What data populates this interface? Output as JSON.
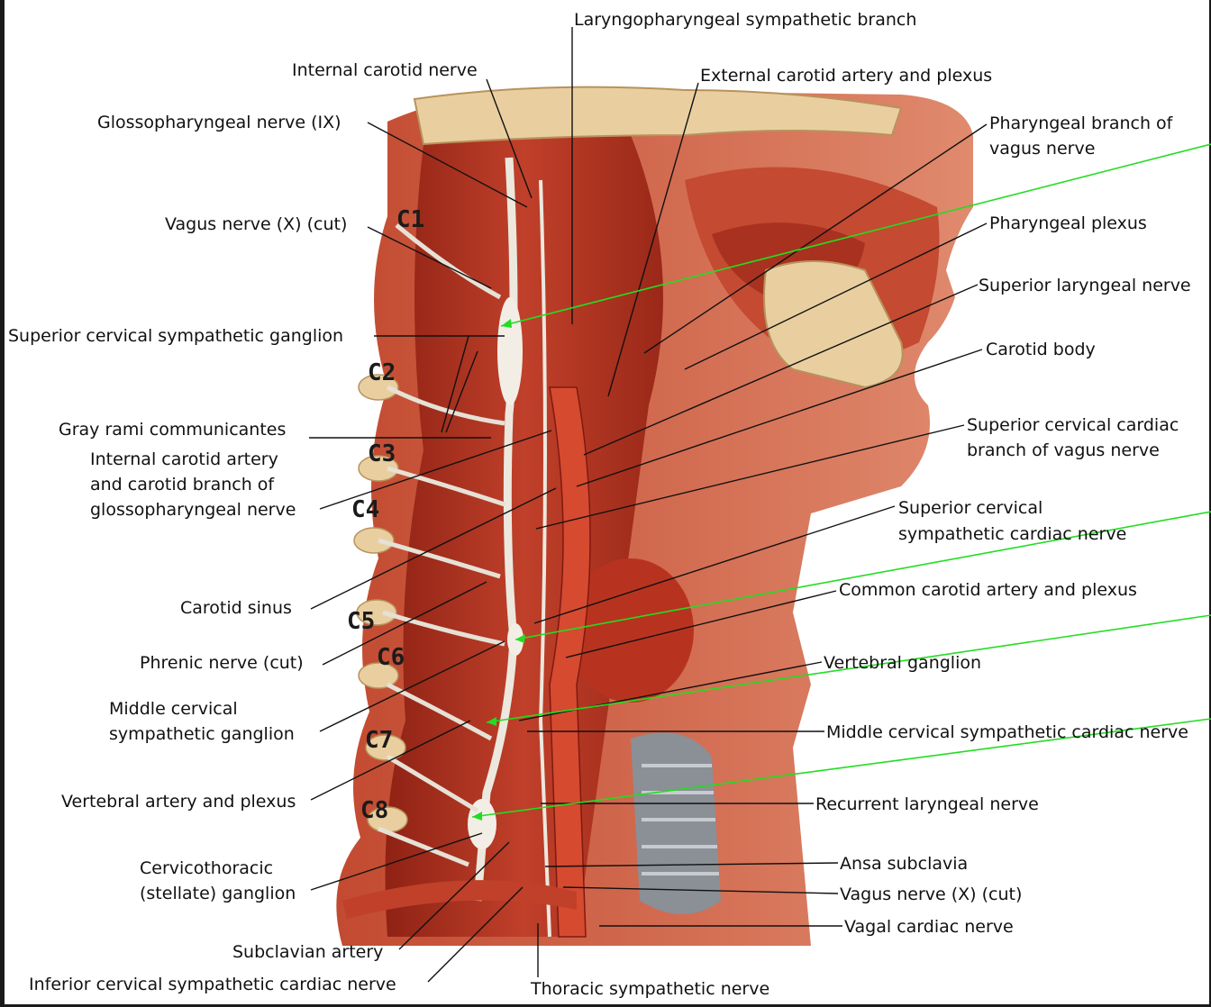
{
  "labels_left": {
    "internal_carotid_nerve": "Internal carotid nerve",
    "glossopharyngeal_nerve": "Glossopharyngeal nerve (IX)",
    "vagus_nerve_cut_top": "Vagus nerve (X) (cut)",
    "superior_cervical_ganglion": "Superior cervical sympathetic ganglion",
    "gray_rami": "Gray rami communicantes",
    "internal_carotid_artery": [
      "Internal carotid artery",
      "and carotid branch of",
      "glossopharyngeal nerve"
    ],
    "carotid_sinus": "Carotid sinus",
    "phrenic_nerve": "Phrenic nerve (cut)",
    "middle_cervical_ganglion": [
      "Middle cervical",
      "sympathetic ganglion"
    ],
    "vertebral_artery": "Vertebral artery and plexus",
    "cervicothoracic_ganglion": [
      "Cervicothoracic",
      "(stellate) ganglion"
    ],
    "subclavian_artery": "Subclavian artery",
    "inferior_cardiac_nerve": "Inferior cervical sympathetic cardiac nerve"
  },
  "labels_top": {
    "laryngopharyngeal": "Laryngopharyngeal sympathetic branch",
    "external_carotid": "External carotid artery and plexus"
  },
  "labels_right": {
    "pharyngeal_branch": [
      "Pharyngeal branch of",
      "vagus nerve"
    ],
    "pharyngeal_plexus": "Pharyngeal plexus",
    "superior_laryngeal": "Superior laryngeal nerve",
    "carotid_body": "Carotid body",
    "superior_cardiac_branch": [
      "Superior cervical cardiac",
      "branch of vagus nerve"
    ],
    "superior_symp_cardiac": [
      "Superior cervical",
      "sympathetic cardiac nerve"
    ],
    "common_carotid": "Common carotid artery and plexus",
    "vertebral_ganglion": "Vertebral ganglion",
    "middle_symp_cardiac": "Middle cervical sympathetic cardiac nerve",
    "recurrent_laryngeal": "Recurrent laryngeal nerve",
    "ansa_subclavia": "Ansa subclavia",
    "vagus_nerve_cut_bottom": "Vagus nerve (X) (cut)",
    "vagal_cardiac": "Vagal cardiac nerve"
  },
  "labels_bottom": {
    "thoracic_symp": "Thoracic sympathetic nerve"
  },
  "vertebrae": [
    "C1",
    "C2",
    "C3",
    "C4",
    "C5",
    "C6",
    "C7",
    "C8"
  ],
  "colors": {
    "muscle": "#b8301e",
    "muscle_dark": "#7e1a10",
    "skin": "#d8735a",
    "nerve": "#e6e1d6",
    "bone": "#e9cfa0",
    "green_pointer": "#22dd22"
  }
}
